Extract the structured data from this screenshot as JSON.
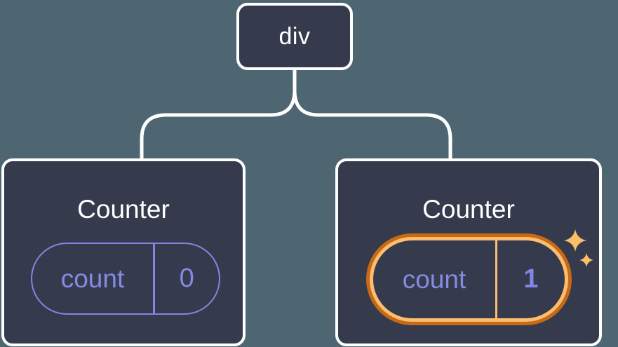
{
  "tree": {
    "root": {
      "label": "div"
    },
    "children": [
      {
        "title": "Counter",
        "state": {
          "key": "count",
          "value": "0"
        },
        "highlighted": false
      },
      {
        "title": "Counter",
        "state": {
          "key": "count",
          "value": "1"
        },
        "highlighted": true
      }
    ]
  },
  "icons": {
    "sparkle": "✦"
  },
  "colors": {
    "background": "#4d6671",
    "node_fill": "#353b4d",
    "node_border": "#ffffff",
    "connector": "#ffffff",
    "state_purple": "#858ae2",
    "highlight_outer_orange": "#c76a15",
    "highlight_inner_gold": "#fcbd70",
    "sparkle_gold": "#fbbf69"
  }
}
